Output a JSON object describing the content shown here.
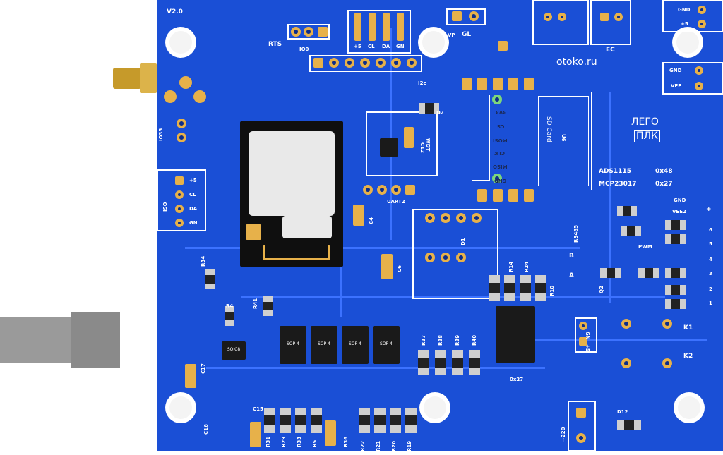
{
  "board": {
    "version": "V2.0",
    "site": "otoko.ru",
    "logo_line1": "ЛЕГО",
    "logo_line2": "ПЛК"
  },
  "connectors": {
    "rts": "RTS",
    "io0": "IO0",
    "io35": "IO35",
    "iso": "ISO",
    "gl": "GL",
    "vp": "VP",
    "ec": "EC",
    "i2c": "I2c",
    "uart2": "UART2",
    "rs485": "RS485",
    "pwm": "PWM",
    "top_header_pins": [
      "+5",
      "CL",
      "DA",
      "GN"
    ],
    "iso_pins": [
      "+5",
      "CL",
      "DA",
      "GN"
    ],
    "spi_pins": [
      "3V3",
      "CS",
      "MOSI",
      "CLK",
      "MISO",
      "GND"
    ],
    "io_right_pins": [
      "6",
      "5",
      "4",
      "3",
      "2",
      "1"
    ]
  },
  "power": {
    "gnd_top": "GND",
    "plus5": "+5",
    "gnd_mid": "GND",
    "vee": "VEE",
    "gnd_lower": "GND",
    "vee2": "VEE2",
    "plus_sign": "+",
    "ac": "~220",
    "gn_bottom": "GN",
    "plus5_bottom": "+5"
  },
  "modules": {
    "sd_card": "SD Card",
    "u6": "U6",
    "ads": "ADS1115",
    "ads_addr": "0x48",
    "mcp": "MCP23017",
    "mcp_addr": "0x27",
    "mcp_addr_bottom": "0x27",
    "wdt": "WDT",
    "sop4": "SOP-4",
    "soic8": "SOIC8",
    "relays": [
      "K1",
      "K2"
    ],
    "bus_a": "A",
    "bus_b": "B"
  },
  "refs": {
    "left": [
      "R34",
      "R4",
      "R41",
      "C17",
      "C15",
      "C16"
    ],
    "bottom": [
      "R31",
      "R29",
      "R33",
      "R5",
      "R36",
      "R22",
      "R21",
      "R20",
      "R19"
    ],
    "middle": [
      "C4",
      "C6",
      "C12",
      "D1",
      "D2",
      "D12",
      "Q2",
      "R14",
      "R24",
      "R10",
      "R37",
      "R38",
      "R39",
      "R40"
    ]
  }
}
